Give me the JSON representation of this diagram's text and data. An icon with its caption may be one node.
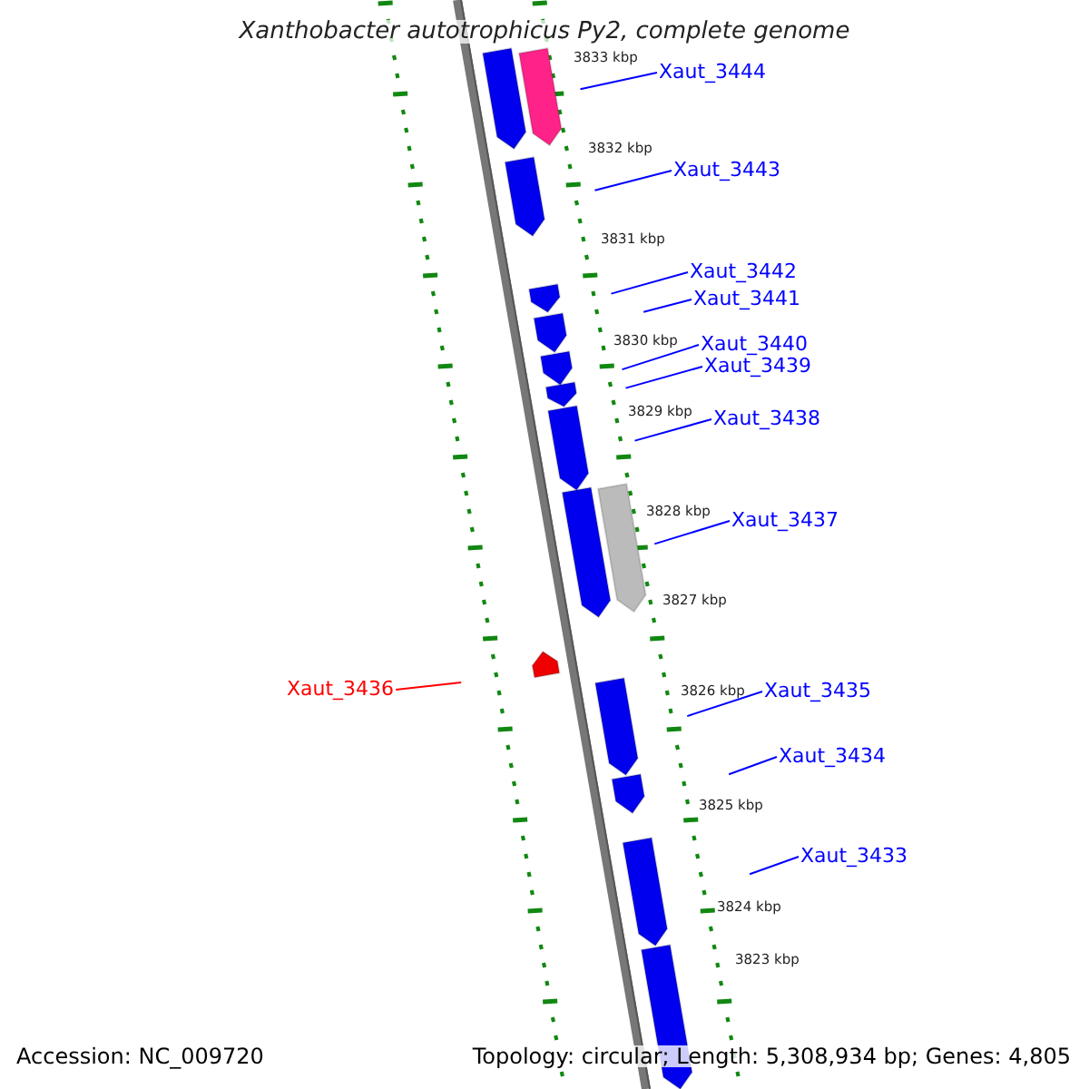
{
  "diagram": {
    "title": "Xanthobacter autotrophicus Py2, complete genome",
    "nodes": [
      {
        "text": [
          "Xaut_3444"
        ]
      },
      {
        "text": [
          "Xaut_3443"
        ]
      },
      {
        "text": [
          "Xaut_3442"
        ]
      },
      {
        "text": [
          "Xaut_3441"
        ]
      },
      {
        "text": [
          "Xaut_3440"
        ]
      },
      {
        "text": [
          "Xaut_3439"
        ]
      },
      {
        "text": [
          "Xaut_3438"
        ]
      },
      {
        "text": [
          "Xaut_3437"
        ]
      },
      {
        "text": [
          "Xaut_3436"
        ]
      },
      {
        "text": [
          "Xaut_3435"
        ]
      },
      {
        "text": [
          "Xaut_3434"
        ]
      },
      {
        "text": [
          "Xaut_3433"
        ]
      }
    ],
    "edges": [
      {
        "from": 0,
        "to": null,
        "arrow": "none"
      },
      {
        "from": 1,
        "to": null,
        "arrow": "none"
      },
      {
        "from": 2,
        "to": null,
        "arrow": "none"
      },
      {
        "from": 3,
        "to": null,
        "arrow": "none"
      },
      {
        "from": 4,
        "to": null,
        "arrow": "none"
      },
      {
        "from": 5,
        "to": null,
        "arrow": "none"
      },
      {
        "from": 6,
        "to": null,
        "arrow": "none"
      },
      {
        "from": 7,
        "to": null,
        "arrow": "none"
      },
      {
        "from": 8,
        "to": null,
        "arrow": "none",
        "color": "#ff0000"
      },
      {
        "from": 9,
        "to": null,
        "arrow": "none"
      },
      {
        "from": 10,
        "to": null,
        "arrow": "none"
      },
      {
        "from": 11,
        "to": null,
        "arrow": "none"
      }
    ],
    "labels": [
      "3833 kbp",
      "3832 kbp",
      "3831 kbp",
      "3830 kbp",
      "3829 kbp",
      "3828 kbp",
      "3827 kbp",
      "3826 kbp",
      "3825 kbp",
      "3824 kbp",
      "3823 kbp",
      "Accession: NC_009720",
      "Topology: circular; Length: 5,308,934 bp; Genes: 4,805"
    ]
  }
}
